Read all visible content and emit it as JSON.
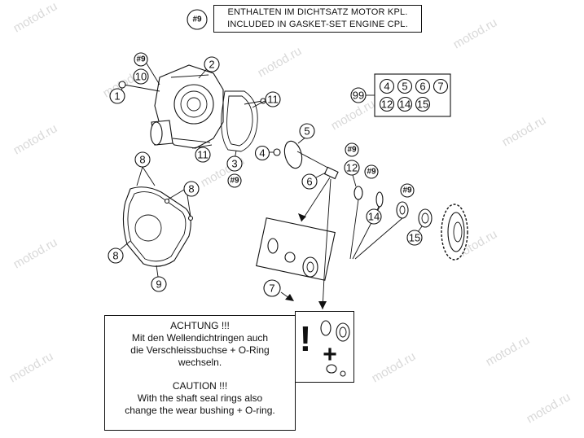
{
  "watermark": "motod.ru",
  "header": {
    "badge": "#9",
    "line_de": "ENTHALTEN IM DICHTSATZ MOTOR KPL.",
    "line_en": "INCLUDED IN GASKET-SET ENGINE CPL."
  },
  "kit": {
    "number": "99",
    "row1": [
      "4",
      "5",
      "6",
      "7"
    ],
    "row2": [
      "12",
      "14",
      "15"
    ]
  },
  "labels": {
    "p1": "1",
    "p2": "2",
    "p3": "3",
    "p4": "4",
    "p5": "5",
    "p6": "6",
    "p7": "7",
    "p8": "8",
    "p9": "9",
    "p10": "10",
    "p11": "11",
    "p12": "12",
    "p14": "14",
    "p15": "15",
    "badge": "#9"
  },
  "note": {
    "achtung_title": "ACHTUNG !!!",
    "achtung_line1": "Mit den Wellendichtringen auch",
    "achtung_line2": "die Verschleissbuchse + O-Ring",
    "achtung_line3": "wechseln.",
    "caution_title": "CAUTION !!!",
    "caution_line1": "With the shaft seal rings also",
    "caution_line2": "change the wear bushing + O-ring."
  },
  "warning": {
    "exclamation": "!",
    "plus": "+"
  }
}
